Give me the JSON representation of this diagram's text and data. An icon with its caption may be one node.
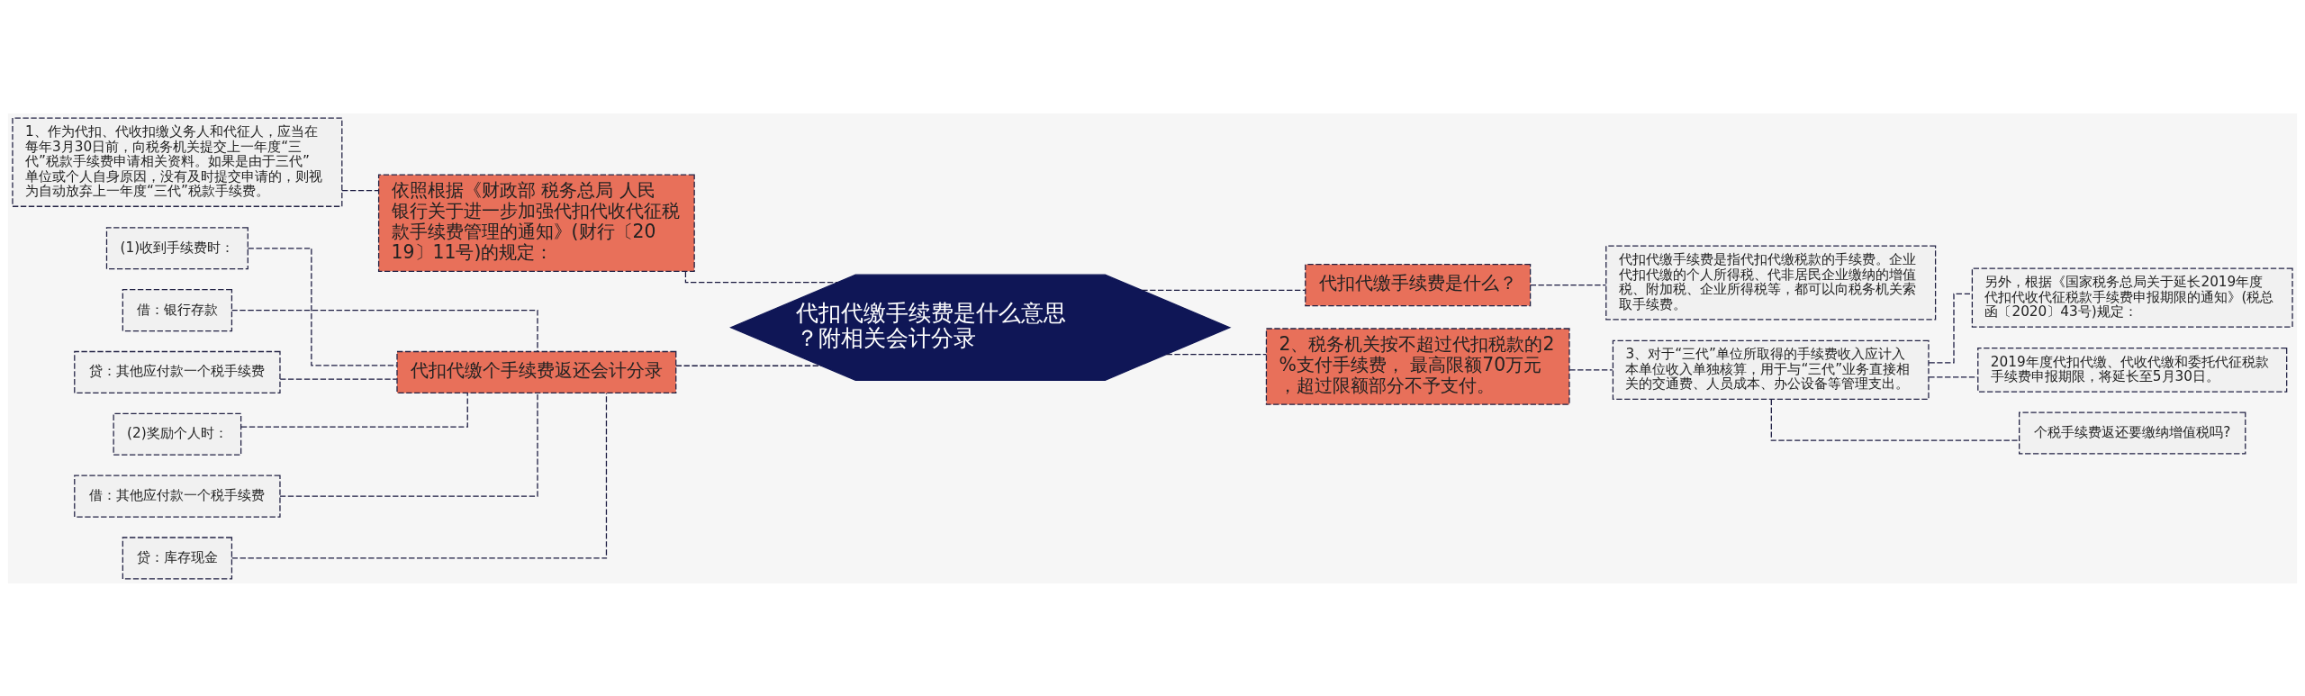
{
  "diagram": {
    "nodes": [
      {
        "text": [
          "代扣代缴手续费是什么意思？附相关会计分录"
        ]
      },
      {
        "text": [
          "依照根据《财政部 税务总局 人民银行关于进一步加强代扣代收代征税款手续费管理的通知》(财行〔2019〕11号)的规定："
        ]
      },
      {
        "text": [
          "1、作为代扣、代收扣缴义务人和代征人，应当在每年3月30日前，向税务机关提交上一年度“三代”税款手续费申请相关资料。如果是由于三代”单位或个人自身原因，没有及时提交申请的，则视为自动放弃上一年度“三代”税款手续费。"
        ]
      },
      {
        "text": [
          "代扣代缴个手续费返还会计分录"
        ]
      },
      {
        "text": [
          "(1)收到手续费时："
        ]
      },
      {
        "text": [
          "借：银行存款"
        ]
      },
      {
        "text": [
          "贷：其他应付款一个税手续费"
        ]
      },
      {
        "text": [
          "(2)奖励个人时："
        ]
      },
      {
        "text": [
          "借：其他应付款一个税手续费"
        ]
      },
      {
        "text": [
          "贷：库存现金"
        ]
      },
      {
        "text": [
          "代扣代缴手续费是什么？"
        ]
      },
      {
        "text": [
          "代扣代缴手续费是指代扣代缴税款的手续费。企业代扣代缴的个人所得税、代非居民企业缴纳的增值税、附加税、企业所得税等，都可以向税务机关索取手续费。"
        ]
      },
      {
        "text": [
          "2、税务机关按不超过代扣税款的2%支付手续费， 最高限额70万元，超过限额部分不予支付。"
        ]
      },
      {
        "text": [
          "3、对于“三代”单位所取得的手续费收入应计入本单位收入单独核算，用于与“三代”业务直接相关的交通费、人员成本、办公设备等管理支出。"
        ]
      },
      {
        "text": [
          "另外，根据《国家税务总局关于延长2019年度代扣代收代征税款手续费申报期限的通知》(税总函〔2020〕43号)规定："
        ]
      },
      {
        "text": [
          "2019年度代扣代缴、代收代缴和委托代征税款手续费申报期限，将延长至5月30日。"
        ]
      },
      {
        "text": [
          "个税手续费返还要缴纳增值税吗?"
        ]
      }
    ],
    "edges": [
      {
        "from": 0,
        "to": 1,
        "arrow": "none",
        "style": "dashed"
      },
      {
        "from": 1,
        "to": 2,
        "arrow": "none",
        "style": "dashed"
      },
      {
        "from": 0,
        "to": 3,
        "arrow": "none",
        "style": "dashed"
      },
      {
        "from": 3,
        "to": 4,
        "arrow": "none",
        "style": "dashed"
      },
      {
        "from": 3,
        "to": 5,
        "arrow": "none",
        "style": "dashed"
      },
      {
        "from": 3,
        "to": 6,
        "arrow": "none",
        "style": "dashed"
      },
      {
        "from": 3,
        "to": 7,
        "arrow": "none",
        "style": "dashed"
      },
      {
        "from": 3,
        "to": 8,
        "arrow": "none",
        "style": "dashed"
      },
      {
        "from": 3,
        "to": 9,
        "arrow": "none",
        "style": "dashed"
      },
      {
        "from": 0,
        "to": 10,
        "arrow": "none",
        "style": "dashed"
      },
      {
        "from": 10,
        "to": 11,
        "arrow": "none",
        "style": "dashed"
      },
      {
        "from": 0,
        "to": 12,
        "arrow": "none",
        "style": "dashed"
      },
      {
        "from": 12,
        "to": 13,
        "arrow": "none",
        "style": "dashed"
      },
      {
        "from": 13,
        "to": 14,
        "arrow": "none",
        "style": "dashed"
      },
      {
        "from": 13,
        "to": 15,
        "arrow": "none",
        "style": "dashed"
      },
      {
        "from": 13,
        "to": 16,
        "arrow": "none",
        "style": "dashed"
      }
    ]
  }
}
